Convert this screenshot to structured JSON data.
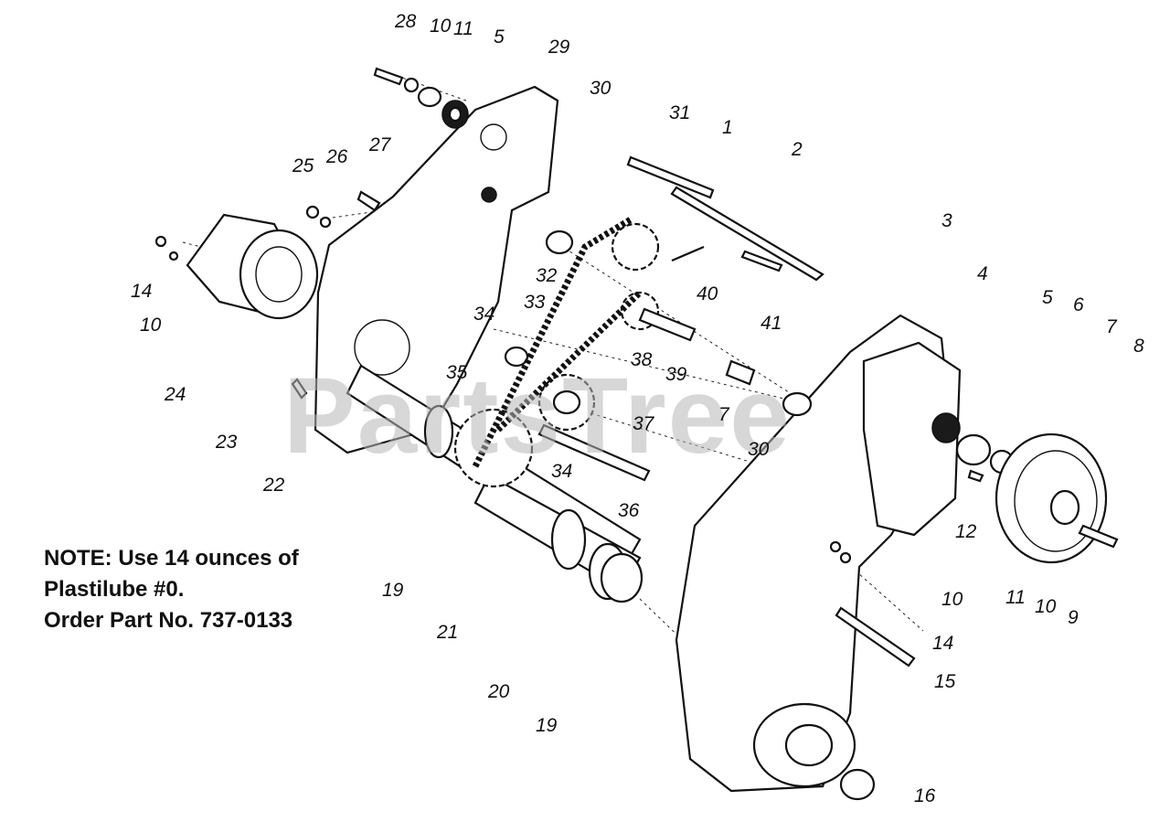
{
  "diagram": {
    "watermark": "PartsTree",
    "note": {
      "line1": "NOTE: Use 14 ounces of",
      "line2": "Plastilube #0.",
      "line3": "Order Part No. 737-0133"
    },
    "callouts": [
      "28",
      "10",
      "11",
      "5",
      "29",
      "30",
      "31",
      "1",
      "2",
      "27",
      "25",
      "26",
      "14",
      "10",
      "24",
      "23",
      "22",
      "32",
      "40",
      "41",
      "3",
      "4",
      "5",
      "6",
      "7",
      "8",
      "34",
      "33",
      "38",
      "39",
      "35",
      "37",
      "7",
      "30",
      "34",
      "36",
      "12",
      "19",
      "21",
      "20",
      "19",
      "10",
      "14",
      "15",
      "11",
      "10",
      "9",
      "16"
    ]
  }
}
